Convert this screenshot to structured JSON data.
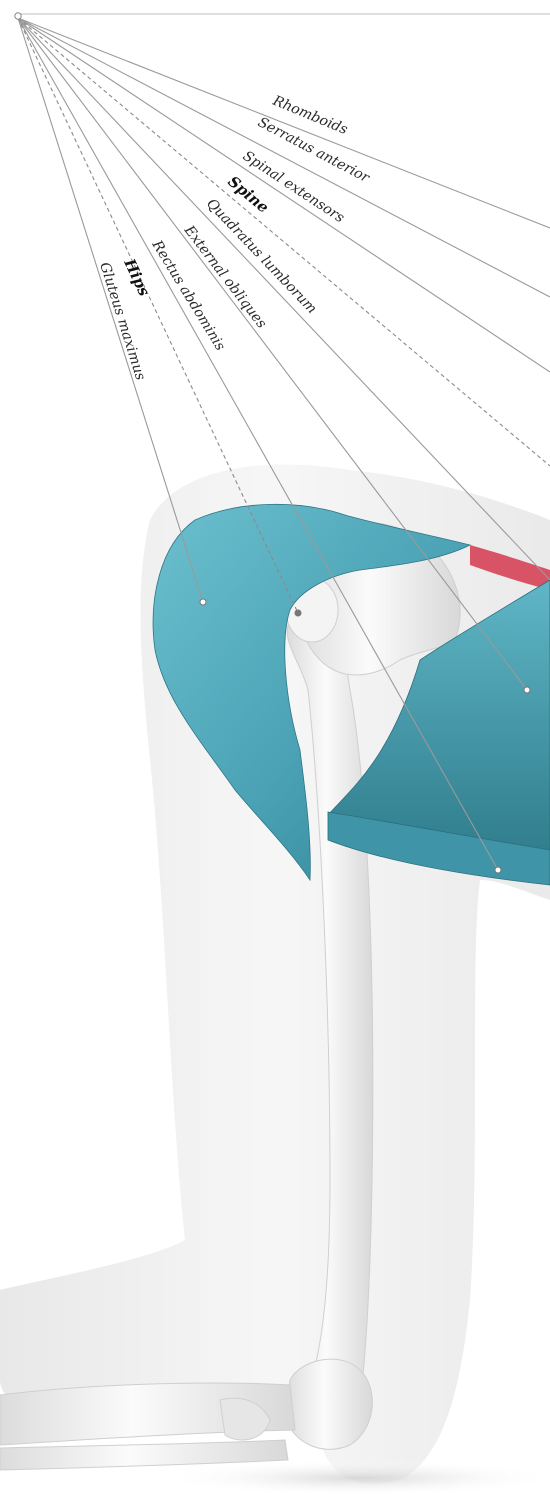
{
  "labels": {
    "rhomboids": "Rhomboids",
    "serratus_anterior": "Serratus anterior",
    "spinal_extensors": "Spinal extensors",
    "spine": "Spine",
    "quadratus_lumborum": "Quadratus lumborum",
    "external_obliques": "External obliques",
    "rectus_abdominis": "Rectus abdominis",
    "hips": "Hips",
    "gluteus_maximus": "Gluteus maximus"
  },
  "colors": {
    "muscle_blue": "#4fa7b8",
    "muscle_blue_dark": "#2e7f90",
    "muscle_red": "#d94a5e",
    "bone": "#f1f1f1",
    "body_ghost": "#e9e9e9",
    "leader_line": "#9a9a9a"
  }
}
